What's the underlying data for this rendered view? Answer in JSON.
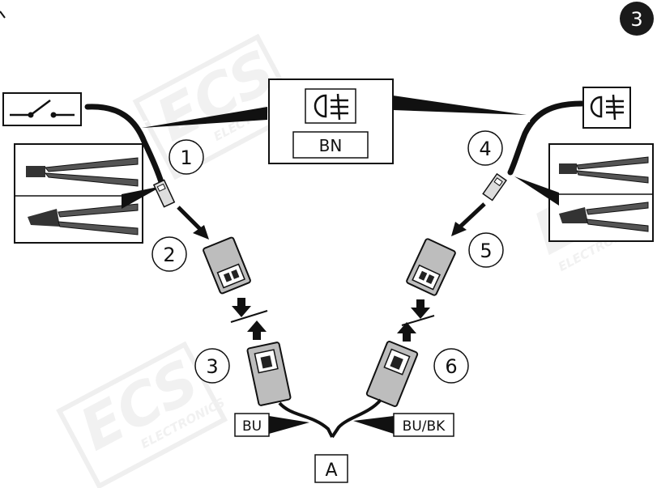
{
  "step_badge": "3",
  "steps": [
    "1",
    "2",
    "3",
    "4",
    "5",
    "6"
  ],
  "center_box": {
    "wire_color": "BN",
    "icon": "fog-light-icon"
  },
  "right_box": {
    "icon": "fog-light-icon"
  },
  "left_box": {
    "icon": "switch-icon"
  },
  "wires": {
    "left": "BU",
    "right": "BU/BK"
  },
  "connector_label": "A",
  "watermark": {
    "logo": "ECS",
    "sub": "ELECTRONICS"
  },
  "colors": {
    "wire": "#111111",
    "accent_watermark": "#e3e3e3",
    "connector_fill": "#bdbdbd"
  }
}
